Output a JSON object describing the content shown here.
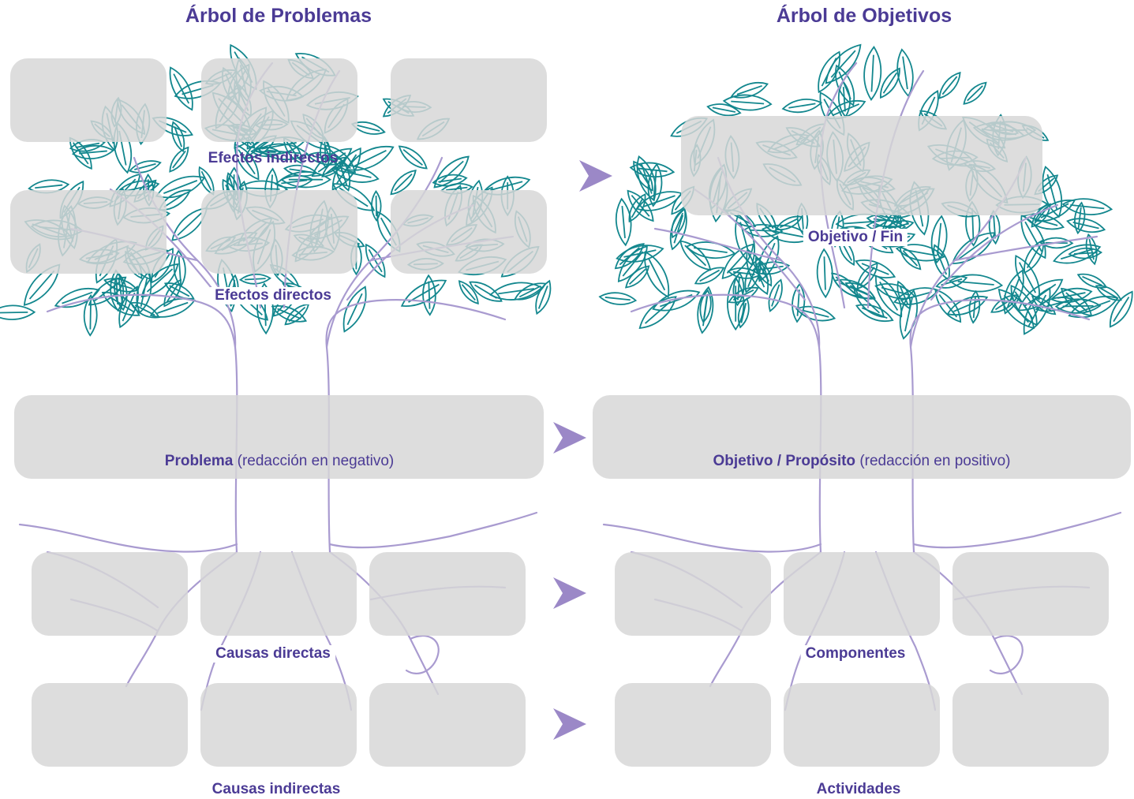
{
  "titles": {
    "problems": "Árbol de Problemas",
    "objectives": "Árbol de Objetivos"
  },
  "labels": {
    "indirect_effects": "Efectos indirectos",
    "direct_effects": "Efectos directos",
    "problem_bold": "Problema",
    "problem_note": "(redacción en negativo)",
    "direct_causes": "Causas directas",
    "indirect_causes": "Causas indirectas",
    "objective_end": "Objetivo / Fin",
    "objective_purpose_bold": "Objetivo / Propósito",
    "objective_purpose_note": "(redacción en positivo)",
    "components": "Componentes",
    "activities": "Actividades"
  },
  "colors": {
    "title": "#4b3b95",
    "box_fill": "#d6d6d6",
    "leaf_stroke": "#13878e",
    "trunk_stroke": "#a99bd0",
    "arrow_fill": "#9b88c7"
  },
  "icons": {
    "arrow": "chevron-right-arrow",
    "tree": "tree-illustration",
    "leaf": "leaf-outline"
  }
}
